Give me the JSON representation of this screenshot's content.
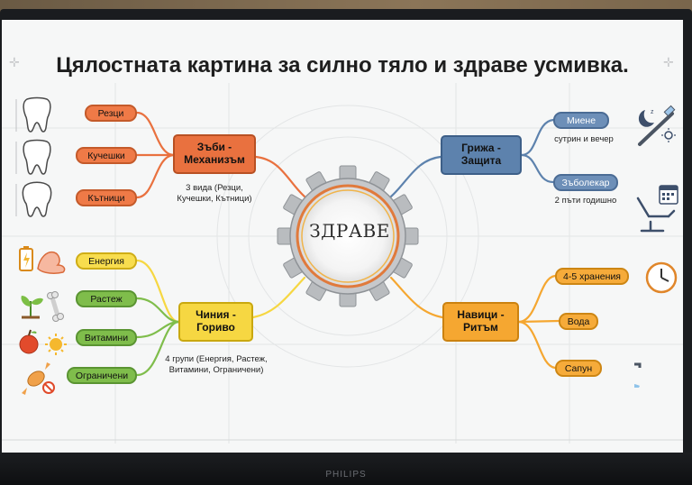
{
  "title": "Цялостната картина за силно тяло и здраве усмивка.",
  "center": "ЗДРАВЕ",
  "brand": "PHILIPS",
  "branches": {
    "teeth": {
      "label": "Зъби - Механизъм",
      "note": "3 вида (Резци, Кучешки, Кътници)",
      "items": [
        "Резци",
        "Кучешки",
        "Кътници"
      ]
    },
    "care": {
      "label": "Грижа - Защита",
      "items": [
        "Миене",
        "Зъболекар"
      ],
      "notes": [
        "сутрин и вечер",
        "2 пъти годишно"
      ]
    },
    "food": {
      "label": "Чиния - Гориво",
      "note": "4 групи (Енергия, Растеж, Витамини, Ограничени)",
      "items": [
        "Енергия",
        "Растеж",
        "Витамини",
        "Ограничени"
      ]
    },
    "habits": {
      "label": "Навици - Ритъм",
      "items": [
        "4-5 хранения",
        "Вода",
        "Сапун"
      ]
    }
  },
  "colors": {
    "orange": "#e9713f",
    "blue": "#5d82ad",
    "yellow": "#f6d742",
    "green": "#7fbd4b",
    "amber": "#f5a731"
  },
  "icons": [
    "tooth-icon",
    "battery-icon",
    "muscle-icon",
    "sprout-icon",
    "bone-icon",
    "apple-icon",
    "sun-icon",
    "candy-icon",
    "moon-icon",
    "toothbrush-icon",
    "calendar-icon",
    "dental-chair-icon",
    "clock-icon",
    "water-glass-icon",
    "faucet-icon"
  ]
}
